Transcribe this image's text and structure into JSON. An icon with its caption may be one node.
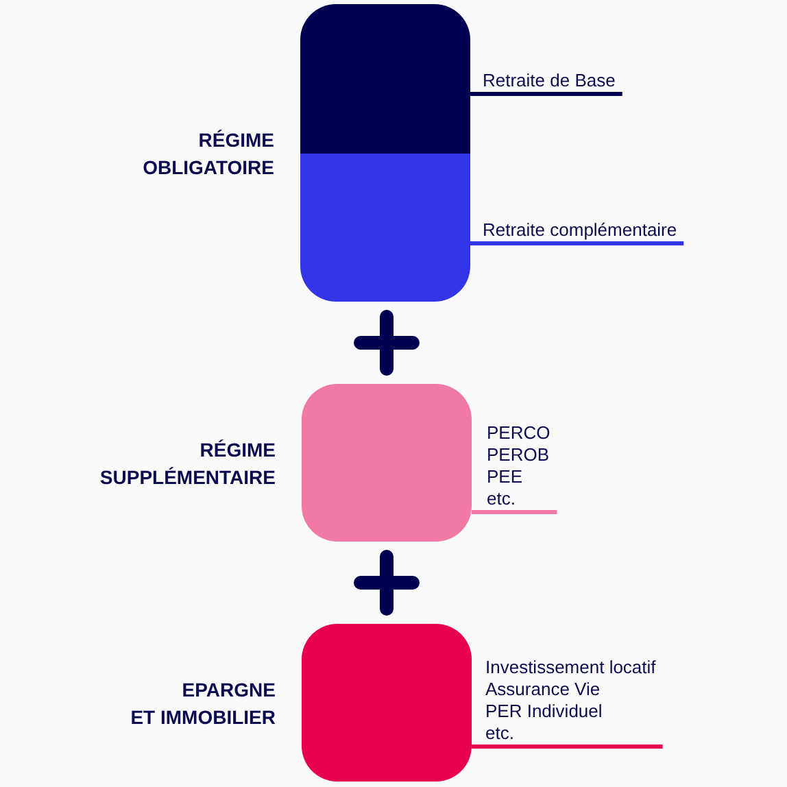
{
  "diagram": {
    "nodes": [
      {
        "text": [
          "RÉGIME OBLIGATOIRE"
        ]
      },
      {
        "text": [],
        "shape": "box",
        "in": 0
      },
      {
        "text": [],
        "shape": "box",
        "in": 0
      },
      {
        "text": [
          "Retraite de Base"
        ]
      },
      {
        "text": [
          "Retraite complémentaire"
        ]
      },
      {
        "text": [
          "RÉGIME SUPPLÉMENTAIRE"
        ]
      },
      {
        "text": [
          "PERCO",
          "PEROB",
          "PEE",
          "etc."
        ]
      },
      {
        "text": [
          "EPARGNE ET IMMOBILIER"
        ]
      },
      {
        "text": [
          "Investissement locatif",
          "Assurance Vie",
          "PER Individuel",
          "etc."
        ]
      }
    ],
    "edges": [
      {
        "from": 3,
        "to": 1,
        "arrow": "none",
        "color": "#000050"
      },
      {
        "from": 4,
        "to": 2,
        "arrow": "none",
        "color": "#3535e8"
      },
      {
        "from": 6,
        "to": 5,
        "arrow": "none",
        "color": "#f07aa5"
      },
      {
        "from": 8,
        "to": 7,
        "arrow": "none",
        "color": "#e8004f"
      }
    ]
  }
}
